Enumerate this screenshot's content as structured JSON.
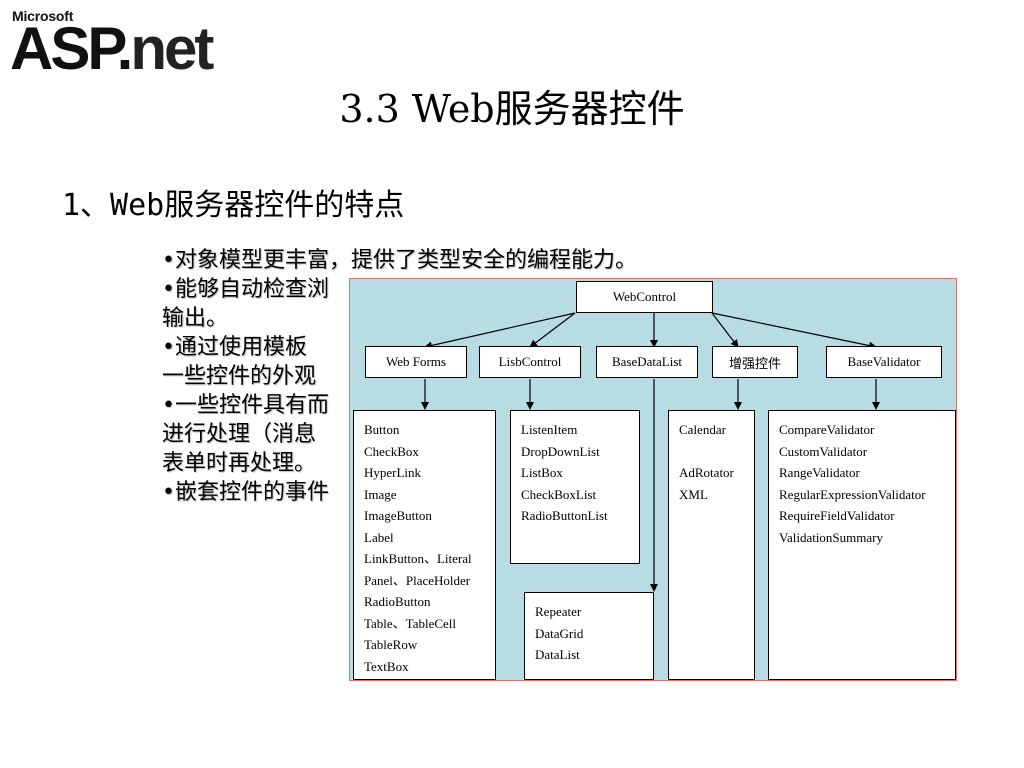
{
  "logo": {
    "company": "Microsoft",
    "brand_asp": "ASP",
    "brand_dot": ".",
    "brand_net": "net"
  },
  "slide_title": "3.3  Web服务器控件",
  "section_heading": "1、Web服务器控件的特点",
  "bullet_lines": [
    "•对象模型更丰富，提供了类型安全的编程能力。",
    "•能够自动检查浏",
    "输出。",
    "•通过使用模板",
    "一些控件的外观",
    "•一些控件具有而",
    "进行处理（消息",
    "表单时再处理。",
    "•嵌套控件的事件"
  ],
  "diagram": {
    "root": "WebControl",
    "level1": [
      "Web Forms",
      "LisbControl",
      "BaseDataList",
      "增强控件",
      "BaseValidator"
    ],
    "web_forms_items": [
      "Button",
      "CheckBox",
      "HyperLink",
      "Image",
      "ImageButton",
      "Label",
      "LinkButton、Literal",
      "Panel、PlaceHolder",
      "RadioButton",
      "Table、TableCell",
      "TableRow",
      "TextBox"
    ],
    "list_items": [
      "ListenItem",
      "DropDownList",
      "ListBox",
      "CheckBoxList",
      "RadioButtonList"
    ],
    "datalist_items": [
      "Repeater",
      "DataGrid",
      "DataList"
    ],
    "enhanced_items": [
      "Calendar",
      "",
      "AdRotator",
      "XML"
    ],
    "validator_items": [
      "CompareValidator",
      "CustomValidator",
      "RangeValidator",
      "RegularExpressionValidator",
      "RequireFieldValidator",
      "ValidationSummary"
    ]
  }
}
